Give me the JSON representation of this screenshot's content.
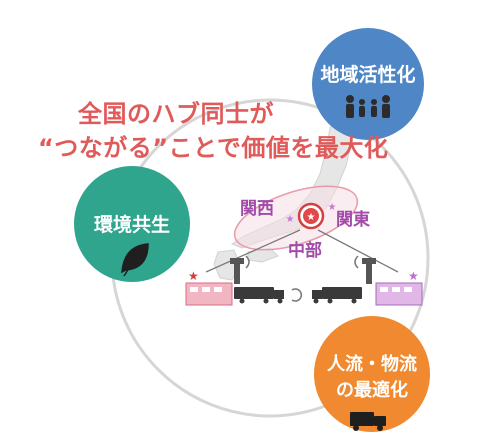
{
  "headline": {
    "line1": "全国のハブ同士が",
    "line2": "“つながる”ことで価値を最大化"
  },
  "regions": {
    "kansai": "関西",
    "kanto": "関東",
    "chubu": "中部"
  },
  "circles": {
    "regional": {
      "label": "地域活性化",
      "color": "#4f86c6",
      "icon": "family-icon"
    },
    "environment": {
      "label": "環境共生",
      "color": "#2fa58e",
      "icon": "leaf-icon"
    },
    "logistics": {
      "line1": "人流・物流",
      "line2": "の最適化",
      "color": "#f0892f",
      "icon": "truck-icon"
    }
  },
  "colors": {
    "headline": "#e05a5a",
    "region_text": "#a24aa8",
    "ring": "#d0d0d0",
    "japan_map": "#e4e4e4"
  }
}
